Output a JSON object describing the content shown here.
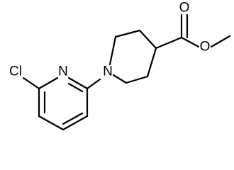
{
  "molecule": {
    "atoms": {
      "cl": "Cl",
      "n_pyridine": "N",
      "n_piperidine": "N",
      "o_carbonyl": "O",
      "o_ester": "O"
    }
  },
  "colors": {
    "stroke": "#000000",
    "background": "#ffffff"
  }
}
